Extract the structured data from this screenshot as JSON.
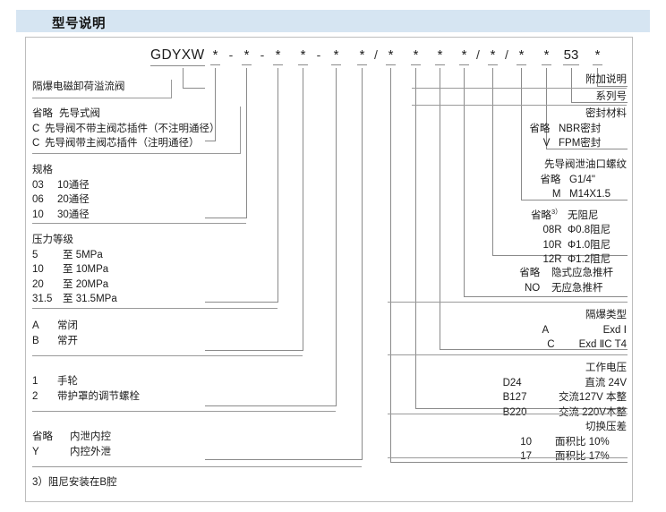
{
  "header": {
    "title": "型号说明"
  },
  "code": {
    "prefix": "GDYXW",
    "tokens": [
      "*",
      "-",
      "*",
      "-",
      "*",
      "*",
      "-",
      "*",
      "*",
      "/",
      "*",
      "*",
      "*",
      "*",
      "/",
      "*",
      "/",
      "*",
      "*",
      "53",
      "*"
    ],
    "series_fixed": "53"
  },
  "left_blocks": [
    {
      "name": "product-name",
      "rows": [
        {
          "text": "隔爆电磁卸荷溢流阀"
        }
      ]
    },
    {
      "name": "pilot-type",
      "rows": [
        {
          "code": "省略",
          "text": "先导式阀"
        },
        {
          "code": "C",
          "text": "先导阀不带主阀芯插件（不注明通径）"
        },
        {
          "code": "C",
          "text": "先导阀带主阀芯插件（注明通径）"
        }
      ]
    },
    {
      "name": "specification",
      "title": "规格",
      "rows": [
        {
          "code": "03",
          "text": "10通径"
        },
        {
          "code": "06",
          "text": "20通径"
        },
        {
          "code": "10",
          "text": "30通径"
        }
      ]
    },
    {
      "name": "pressure-grade",
      "title": "压力等级",
      "rows": [
        {
          "code": "5",
          "text": "至  5MPa"
        },
        {
          "code": "10",
          "text": "至 10MPa"
        },
        {
          "code": "20",
          "text": "至 20MPa"
        },
        {
          "code": "31.5",
          "text": "至 31.5MPa"
        }
      ]
    },
    {
      "name": "valve-function",
      "rows": [
        {
          "code": "A",
          "text": "常闭"
        },
        {
          "code": "B",
          "text": "常开"
        }
      ]
    },
    {
      "name": "adjustment-type",
      "rows": [
        {
          "code": "1",
          "text": "手轮"
        },
        {
          "code": "2",
          "text": "带护罩的调节螺栓"
        }
      ]
    },
    {
      "name": "drain-control",
      "rows": [
        {
          "code": "省略",
          "text": "内泄内控"
        },
        {
          "code": "Y",
          "text": "内控外泄"
        }
      ]
    }
  ],
  "footnote": "3）阻尼安装在B腔",
  "right_blocks": [
    {
      "name": "additional-description",
      "rows": [
        {
          "text": "附加说明"
        }
      ]
    },
    {
      "name": "series-number",
      "rows": [
        {
          "text": "系列号"
        }
      ]
    },
    {
      "name": "seal-material",
      "title": "密封材料",
      "rows": [
        {
          "code": "省略",
          "text": "NBR密封"
        },
        {
          "code": "V",
          "text": "FPM密封"
        }
      ]
    },
    {
      "name": "pilot-drain-thread",
      "title": "先导阀泄油口螺纹",
      "rows": [
        {
          "code": "省略",
          "text": "G1/4\""
        },
        {
          "code": "M",
          "text": "M14X1.5"
        }
      ]
    },
    {
      "name": "damping-orifice",
      "rows": [
        {
          "code": "省略",
          "sup": "3）",
          "text": "无阻尼"
        },
        {
          "code": "08R",
          "text": "Φ0.8阻尼"
        },
        {
          "code": "10R",
          "text": "Φ1.0阻尼"
        },
        {
          "code": "12R",
          "text": "Φ1.2阻尼"
        }
      ]
    },
    {
      "name": "emergency-push-rod",
      "rows": [
        {
          "code": "省略",
          "text": "隐式应急推杆"
        },
        {
          "code": "NO",
          "text": "无应急推杆"
        }
      ]
    },
    {
      "name": "explosion-proof-type",
      "title": "隔爆类型",
      "rows": [
        {
          "code": "A",
          "text": "Exd Ⅰ"
        },
        {
          "code": "C",
          "text": "Exd ⅡC T4"
        }
      ]
    },
    {
      "name": "working-voltage",
      "title": "工作电压",
      "rows": [
        {
          "code": "D24",
          "text": "直流 24V"
        },
        {
          "code": "B127",
          "text": "交流127V 本整"
        },
        {
          "code": "B220",
          "text": "交流 220V本整"
        }
      ]
    },
    {
      "name": "switching-pressure-differential",
      "title": "切换压差",
      "rows": [
        {
          "code": "10",
          "text": "面积比  10%"
        },
        {
          "code": "17",
          "text": "面积比  17%"
        }
      ]
    }
  ]
}
